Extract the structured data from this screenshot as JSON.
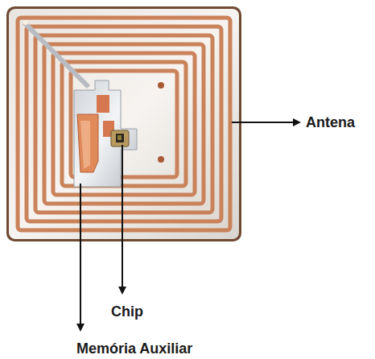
{
  "diagram": {
    "labels": [
      "Antena",
      "Chip",
      "Memória Auxiliar"
    ]
  }
}
